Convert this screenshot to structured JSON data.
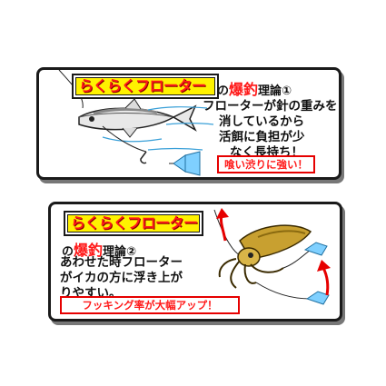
{
  "panel1": {
    "title": "らくらくフローター",
    "theory_prefix": "の",
    "theory_highlight": "爆釣",
    "theory_suffix": "理論①",
    "lines": [
      "フローターが針の重みを",
      "消しているから",
      "活餌に負担が少",
      "なく長持ち！"
    ],
    "tag": "喰い渋りに強い！"
  },
  "panel2": {
    "title": "らくらくフローター",
    "theory_prefix": "の",
    "theory_highlight": "爆釣",
    "theory_suffix": "理論②",
    "lines": [
      "あわせた時フローター",
      "がイカの方に浮き上が",
      "りやすい。"
    ],
    "tag": "フッキング率が大幅アップ！"
  },
  "colors": {
    "title_fill": "#fff200",
    "accent_red": "#ff1a1a",
    "water_blue": "#3aa0d8",
    "floater_blue": "#7fd0ff",
    "squid_gold": "#c8a030"
  },
  "icons": [
    "fish-illustration",
    "floater-icon",
    "squid-illustration",
    "up-arrow-icon"
  ]
}
